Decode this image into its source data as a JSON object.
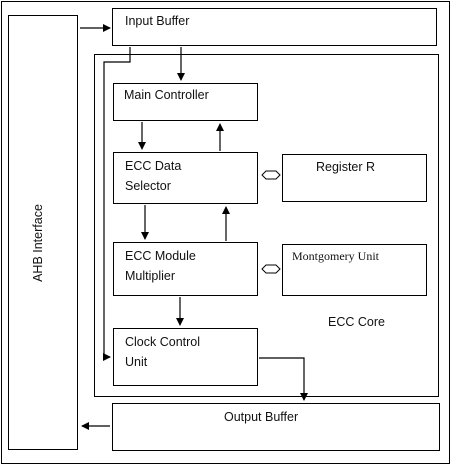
{
  "diagram": {
    "blocks": {
      "ahb_interface": "AHB Interface",
      "input_buffer": "Input Buffer",
      "ecc_core": "ECC Core",
      "main_controller": "Main Controller",
      "ecc_data_selector": [
        "ECC Data",
        "Selector"
      ],
      "register_r": "Register R",
      "ecc_module_multiplier": [
        "ECC Module",
        "Multiplier"
      ],
      "montgomery_unit": "Montgomery Unit",
      "clock_control_unit": [
        "Clock Control",
        "Unit"
      ],
      "output_buffer": "Output Buffer"
    },
    "colors": {
      "line": "#000000",
      "background": "#ffffff"
    }
  }
}
